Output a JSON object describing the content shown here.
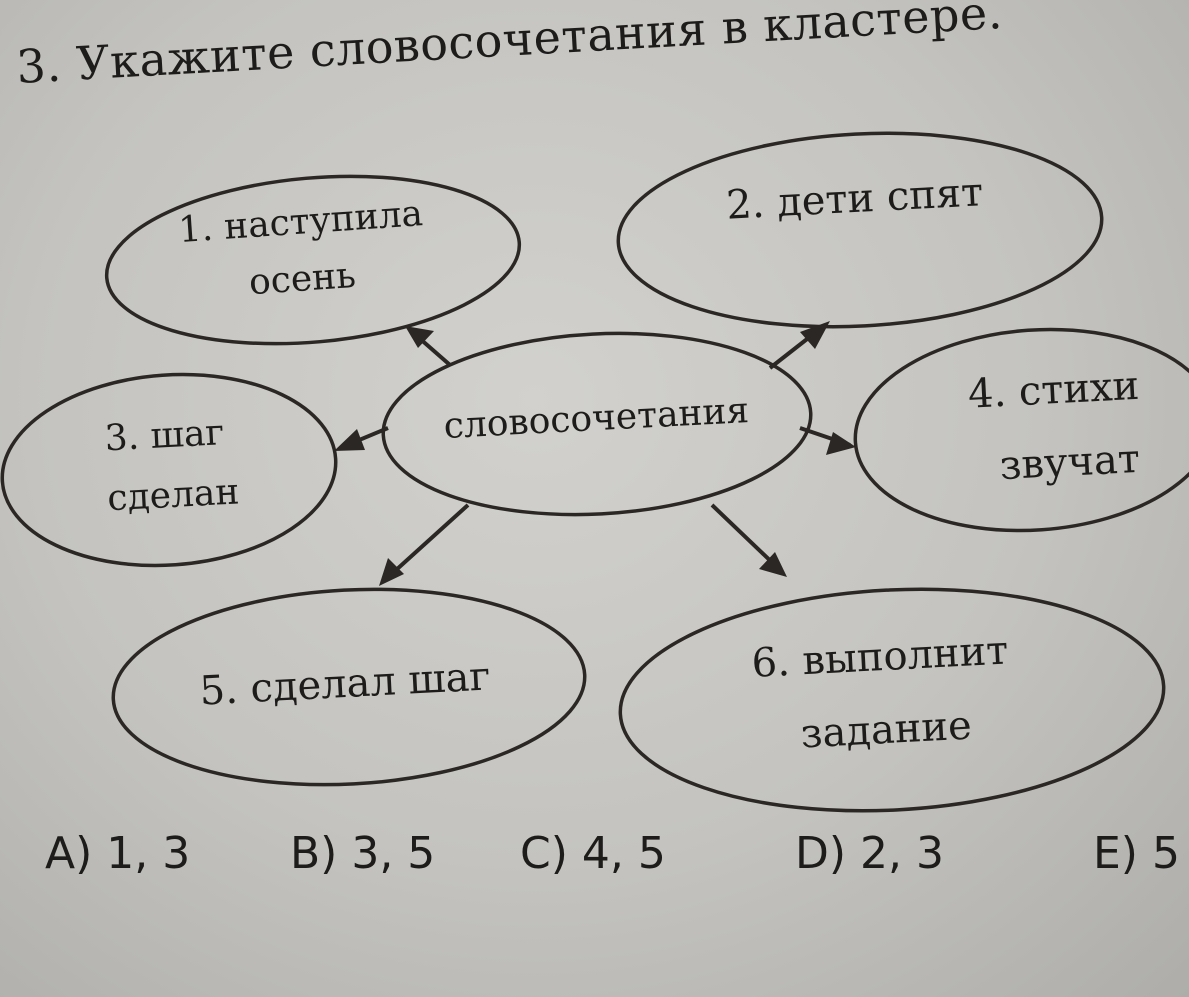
{
  "title": "3. Укажите словосочетания в кластере.",
  "center": "словосочетания",
  "nodes": [
    {
      "lines": [
        "1. наступила",
        "осень"
      ]
    },
    {
      "lines": [
        "2. дети спят"
      ]
    },
    {
      "lines": [
        "3. шаг",
        "сделан"
      ]
    },
    {
      "lines": [
        "4. стихи",
        "звучат"
      ]
    },
    {
      "lines": [
        "5. сделал шаг"
      ]
    },
    {
      "lines": [
        "6. выполнит",
        "задание"
      ]
    }
  ],
  "answers": [
    "A) 1, 3",
    "B) 3, 5",
    "C) 4, 5",
    "D) 2, 3",
    "E) 5"
  ]
}
